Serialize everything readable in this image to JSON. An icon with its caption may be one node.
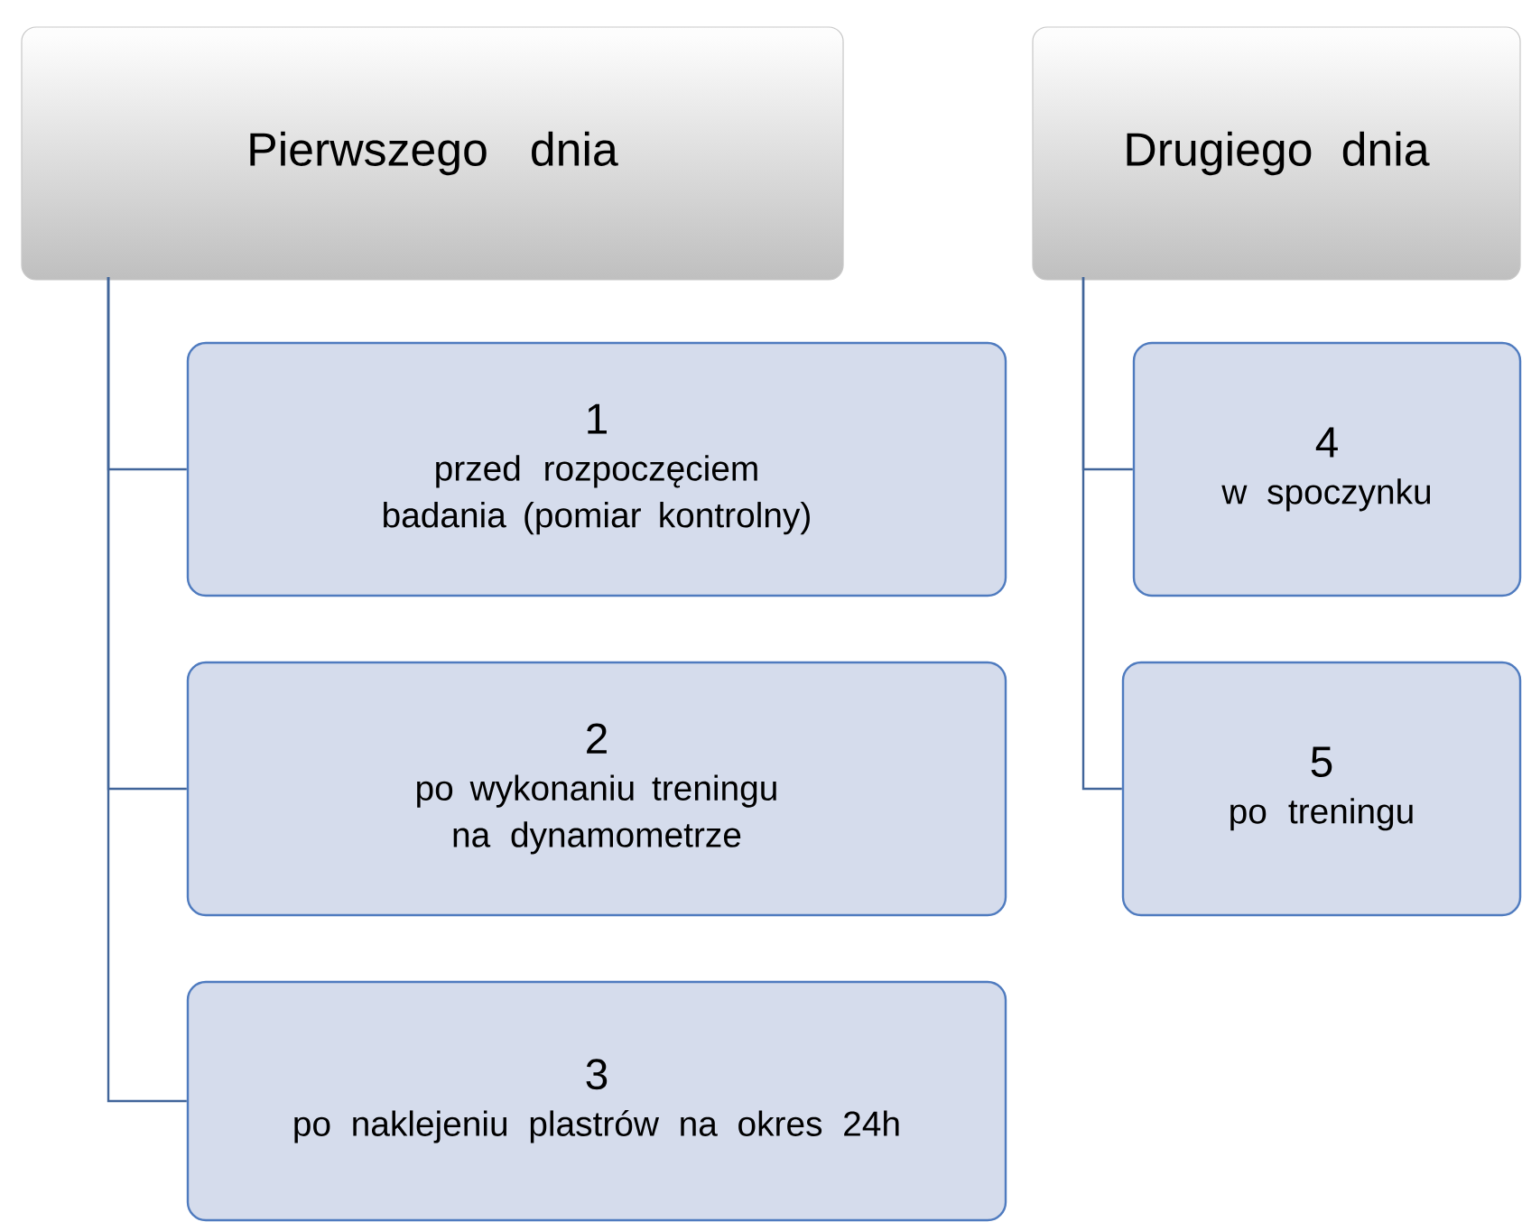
{
  "diagram": {
    "nodes": [
      {
        "text": [
          "Pierwszego dnia"
        ]
      },
      {
        "text": [
          "1",
          "przed rozpoczęciem badania (pomiar kontrolny)"
        ]
      },
      {
        "text": [
          "2",
          "po wykonaniu treningu na dynamometrze"
        ]
      },
      {
        "text": [
          "3",
          "po naklejeniu plastrów na okres 24h"
        ]
      },
      {
        "text": [
          "Drugiego dnia"
        ]
      },
      {
        "text": [
          "4",
          "w spoczynku"
        ]
      },
      {
        "text": [
          "5",
          "po treningu"
        ]
      }
    ],
    "edges": [
      {
        "from": 0,
        "to": 1,
        "arrow": "none"
      },
      {
        "from": 0,
        "to": 2,
        "arrow": "none"
      },
      {
        "from": 0,
        "to": 3,
        "arrow": "none"
      },
      {
        "from": 4,
        "to": 5,
        "arrow": "none"
      },
      {
        "from": 4,
        "to": 6,
        "arrow": "none"
      }
    ]
  }
}
